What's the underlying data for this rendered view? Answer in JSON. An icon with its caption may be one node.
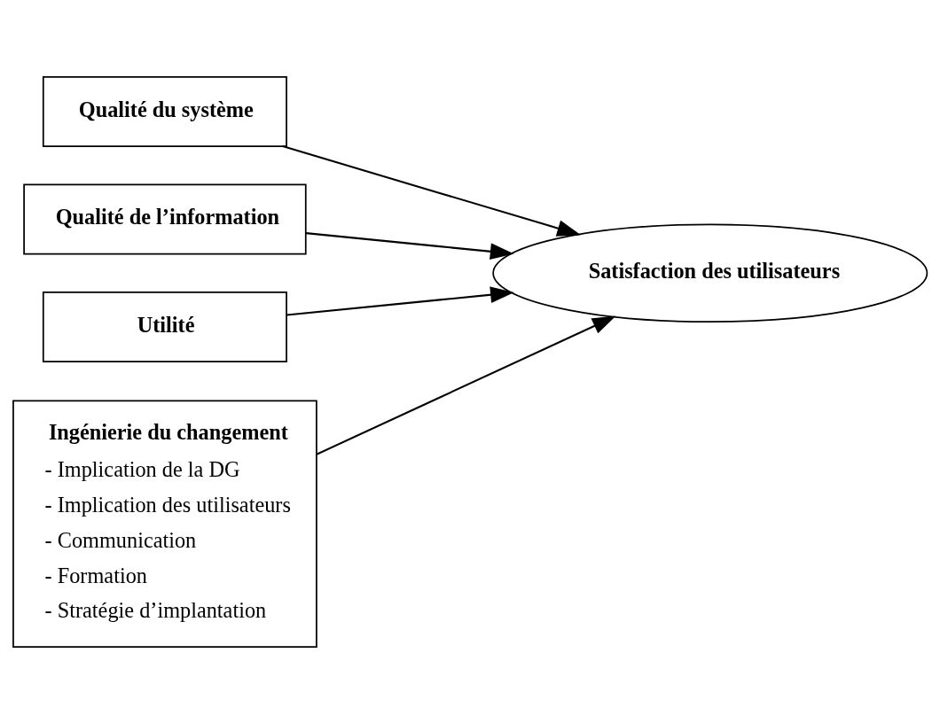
{
  "diagram": {
    "nodes": [
      {
        "text": [
          "Qualité du système"
        ]
      },
      {
        "text": [
          "Qualité de l’information"
        ]
      },
      {
        "text": [
          "Utilité"
        ]
      },
      {
        "text": [
          "Ingénierie du changement",
          "- Implication de la DG",
          "- Implication des utilisateurs",
          "- Communication",
          "- Formation",
          "- Stratégie d’implantation"
        ]
      },
      {
        "text": [
          "Satisfaction des utilisateurs"
        ]
      }
    ],
    "edges": [
      {
        "from": 0,
        "to": 4,
        "arrow": "to"
      },
      {
        "from": 1,
        "to": 4,
        "arrow": "to"
      },
      {
        "from": 2,
        "to": 4,
        "arrow": "to"
      },
      {
        "from": 3,
        "to": 4,
        "arrow": "to"
      }
    ]
  }
}
